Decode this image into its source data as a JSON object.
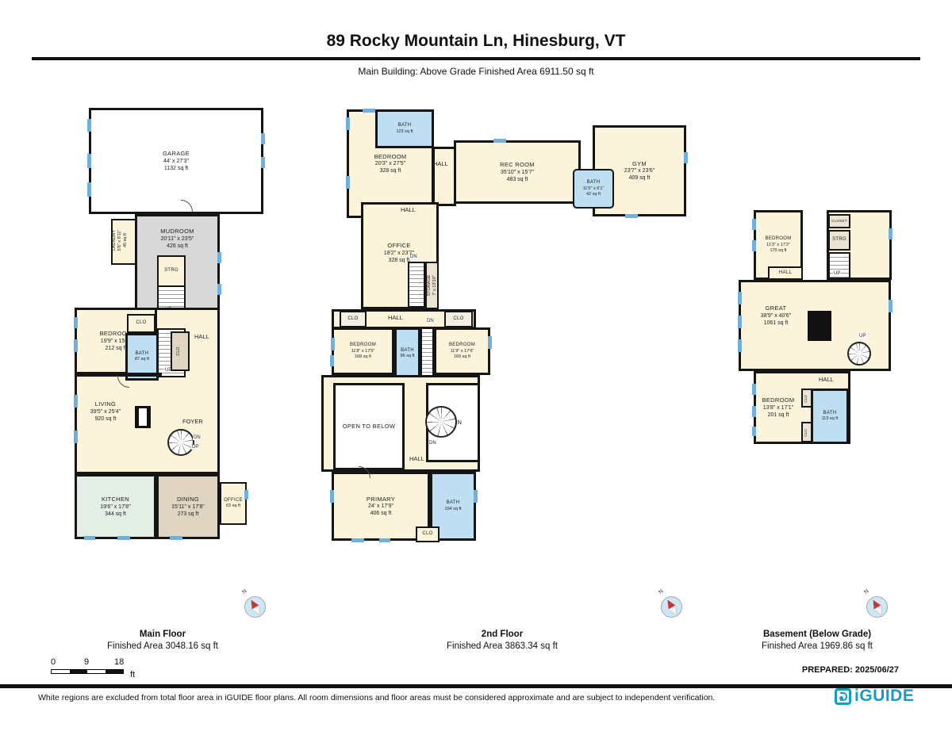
{
  "colors": {
    "wall": "#151515",
    "room_fill": "#fbf3da",
    "bath_fill": "#bedef2",
    "mudroom_fill": "#d8d8d8",
    "kitchen_fill": "#e3eee5",
    "dining_fill": "#e0d5c3",
    "closet_fill": "#ece4d2",
    "window_marker": "#6fb0dd",
    "brand_blue": "#1899c6",
    "compass_red": "#c93434"
  },
  "header": {
    "title": "89 Rocky Mountain Ln, Hinesburg, VT",
    "subtitle": "Main Building: Above Grade Finished Area 6911.50 sq ft"
  },
  "floors": {
    "main": {
      "label": "Main Floor",
      "area_label": "Finished Area 3048.16 sq ft",
      "compass": "N",
      "rooms": {
        "garage": {
          "name": "GARAGE",
          "dims": "44' x 27'3\"",
          "area": "1132 sq ft"
        },
        "laundry": {
          "name": "LAUNDRY",
          "dims": "5'6\" x 8'11\"",
          "area": "45 sq ft"
        },
        "mudroom": {
          "name": "MUDROOM",
          "dims": "20'11\" x 23'5\"",
          "area": "426 sq ft"
        },
        "strg": {
          "name": "STRG"
        },
        "bedroom": {
          "name": "BEDROOM",
          "dims": "19'9\" x 15'4\"",
          "area": "212 sq ft"
        },
        "clo_a": {
          "name": "CLO"
        },
        "bath": {
          "name": "BATH",
          "area": "87 sq ft"
        },
        "clo_b": {
          "name": "CLO"
        },
        "hall": {
          "name": "HALL"
        },
        "living": {
          "name": "LIVING",
          "dims": "39'5\" x 25'4\"",
          "area": "920 sq ft"
        },
        "foyer": {
          "name": "FOYER"
        },
        "kitchen": {
          "name": "KITCHEN",
          "dims": "19'6\" x 17'8\"",
          "area": "344 sq ft"
        },
        "dining": {
          "name": "DINING",
          "dims": "15'11\" x 17'8\"",
          "area": "273 sq ft"
        },
        "office": {
          "name": "OFFICE",
          "area": "63 sq ft"
        }
      },
      "stairs": {
        "up_a": "UP",
        "dn_a": "DN",
        "up_b": "UP",
        "spiral_dn": "DN",
        "spiral_up": "UP"
      }
    },
    "second": {
      "label": "2nd Floor",
      "area_label": "Finished Area 3863.34 sq ft",
      "compass": "N",
      "rooms": {
        "bath_top": {
          "name": "BATH",
          "area": "123 sq ft"
        },
        "bedroom_top": {
          "name": "BEDROOM",
          "dims": "20'3\" x 27'5\"",
          "area": "328 sq ft"
        },
        "hall_a": {
          "name": "HALL"
        },
        "rec_room": {
          "name": "REC ROOM",
          "dims": "35'10\" x 15'7\"",
          "area": "483 sq ft"
        },
        "bath_mid": {
          "name": "BATH",
          "dims": "11'5\" x 6'1\"",
          "area": "42 sq ft"
        },
        "gym": {
          "name": "GYM",
          "dims": "23'7\" x 23'6\"",
          "area": "409 sq ft"
        },
        "hall_b": {
          "name": "HALL"
        },
        "office": {
          "name": "OFFICE",
          "dims": "18'2\" x 23'7\"",
          "area": "328 sq ft"
        },
        "storage": {
          "name": "STORAGE",
          "dims": "7' x 13'10\""
        },
        "clo_a": {
          "name": "CLO"
        },
        "hall_c": {
          "name": "HALL"
        },
        "clo_b": {
          "name": "CLO"
        },
        "bedroom_left": {
          "name": "BEDROOM",
          "dims": "11'8\" x 17'5\"",
          "area": "168 sq ft"
        },
        "bath_center": {
          "name": "BATH",
          "area": "96 sq ft"
        },
        "bedroom_right": {
          "name": "BEDROOM",
          "dims": "11'9\" x 17'6\"",
          "area": "169 sq ft"
        },
        "open_below": {
          "name": "OPEN TO BELOW"
        },
        "open": {
          "name": "OPEN"
        },
        "hall_d": {
          "name": "HALL"
        },
        "primary": {
          "name": "PRIMARY",
          "dims": "24' x 17'9\"",
          "area": "406 sq ft"
        },
        "bath_primary": {
          "name": "BATH",
          "area": "104 sq ft"
        },
        "clo_c": {
          "name": "CLO"
        }
      },
      "stairs": {
        "dn_a": "DN",
        "dn_b": "DN",
        "spiral_dn": "DN"
      }
    },
    "basement": {
      "label": "Basement (Below Grade)",
      "area_label": "Finished Area 1969.86 sq ft",
      "compass": "N",
      "rooms": {
        "bedroom_top": {
          "name": "BEDROOM",
          "dims": "11'3\" x 17'2\"",
          "area": "170 sq ft"
        },
        "hall_a": {
          "name": "HALL"
        },
        "closet": {
          "name": "CLOSET"
        },
        "strg": {
          "name": "STRG"
        },
        "great": {
          "name": "GREAT",
          "dims": "38'9\" x 40'6\"",
          "area": "1061 sq ft"
        },
        "bedroom_bottom": {
          "name": "BEDROOM",
          "dims": "13'8\" x 17'1\"",
          "area": "201 sq ft"
        },
        "hall_b": {
          "name": "HALL"
        },
        "clo_a": {
          "name": "CLO"
        },
        "clo_b": {
          "name": "CLO"
        },
        "bath": {
          "name": "BATH",
          "area": "113 sq ft"
        }
      },
      "stairs": {
        "up_a": "UP",
        "spiral_up": "UP"
      }
    }
  },
  "scale_bar": {
    "start": "0",
    "mid": "9",
    "end": "18",
    "unit": "ft"
  },
  "prepared": "PREPARED: 2025/06/27",
  "footer": {
    "disclaimer": "White regions are excluded from total floor area in iGUIDE floor plans. All room dimensions and floor areas must be considered approximate and are subject to independent verification.",
    "brand": "iGUIDE"
  }
}
